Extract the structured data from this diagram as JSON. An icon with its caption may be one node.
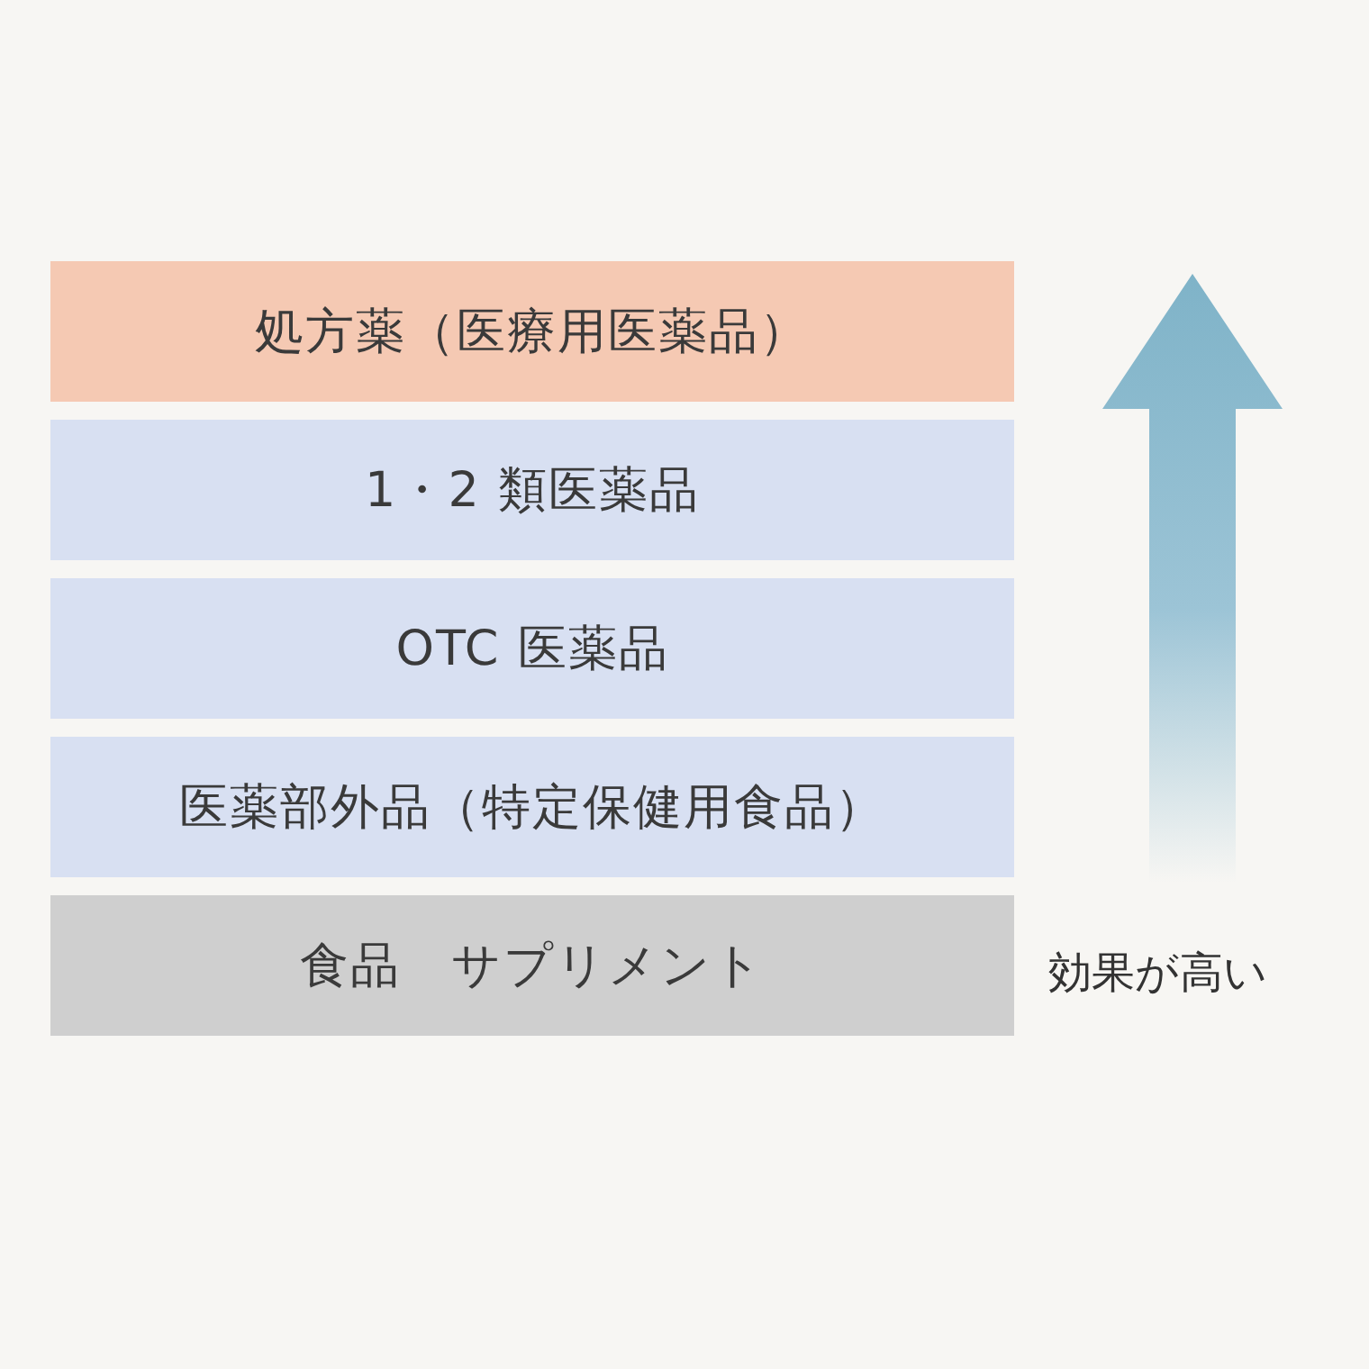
{
  "diagram": {
    "nodes": [
      {
        "text": [
          "処方薬（医療用医薬品）"
        ]
      },
      {
        "text": [
          "1・2 類医薬品"
        ]
      },
      {
        "text": [
          "OTC 医薬品"
        ]
      },
      {
        "text": [
          "医薬部外品（特定保健用食品）"
        ]
      },
      {
        "text": [
          "食品　サプリメント"
        ]
      }
    ],
    "labels": [
      "効果が高い"
    ]
  }
}
